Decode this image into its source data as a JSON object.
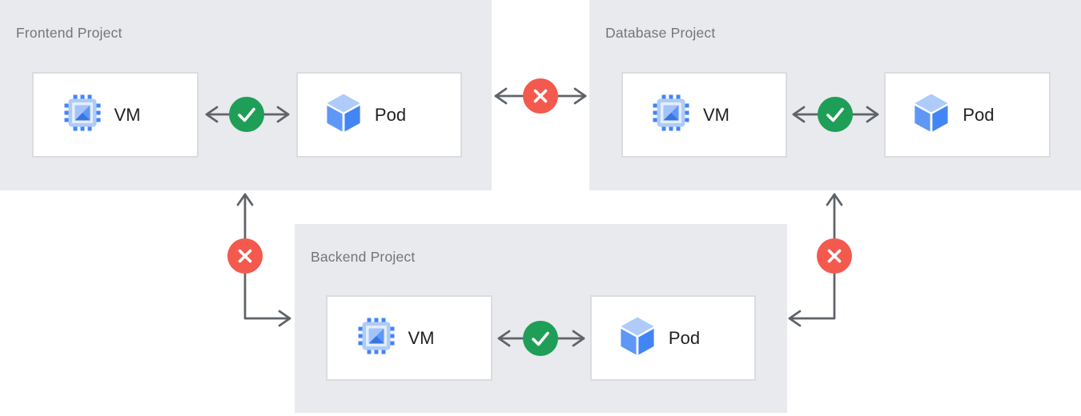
{
  "projects": [
    {
      "id": "frontend",
      "label": "Frontend Project",
      "nodes": [
        {
          "kind": "vm",
          "label": "VM"
        },
        {
          "kind": "pod",
          "label": "Pod"
        }
      ]
    },
    {
      "id": "database",
      "label": "Database Project",
      "nodes": [
        {
          "kind": "vm",
          "label": "VM"
        },
        {
          "kind": "pod",
          "label": "Pod"
        }
      ]
    },
    {
      "id": "backend",
      "label": "Backend Project",
      "nodes": [
        {
          "kind": "vm",
          "label": "VM"
        },
        {
          "kind": "pod",
          "label": "Pod"
        }
      ]
    }
  ],
  "connections": [
    {
      "scope": "Frontend Project",
      "from": "VM",
      "to": "Pod",
      "status": "allowed",
      "bidirectional": true
    },
    {
      "scope": "Database Project",
      "from": "VM",
      "to": "Pod",
      "status": "allowed",
      "bidirectional": true
    },
    {
      "scope": "Backend Project",
      "from": "VM",
      "to": "Pod",
      "status": "allowed",
      "bidirectional": true
    },
    {
      "from": "Frontend Project",
      "to": "Database Project",
      "status": "blocked",
      "bidirectional": true
    },
    {
      "from": "Frontend Project",
      "to": "Backend Project",
      "status": "blocked",
      "bidirectional": true
    },
    {
      "from": "Database Project",
      "to": "Backend Project",
      "status": "blocked",
      "bidirectional": true
    }
  ],
  "colors": {
    "project_background": "#e8eaed",
    "node_background": "#ffffff",
    "node_border": "#dadce0",
    "allowed_green": "#1e9e57",
    "blocked_red": "#f4594e",
    "arrow_gray": "#5f6368",
    "project_label_gray": "#757575",
    "node_label_dark": "#212124",
    "icon_blue": "#4285f4",
    "icon_blue_mid": "#5e97f6",
    "icon_blue_light": "#aecbfa"
  }
}
